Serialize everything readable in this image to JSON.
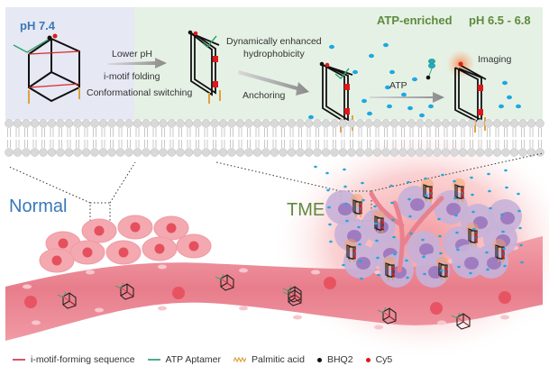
{
  "figure": {
    "top_panel": {
      "left_condition": "pH 7.4",
      "right_condition_1": "ATP-enriched",
      "right_condition_2": "pH 6.5 - 6.8",
      "step1_labels": [
        "Lower pH",
        "i-motif folding",
        "Conformational switching"
      ],
      "step2_labels": [
        "Dynamically enhanced",
        "hydrophobicity"
      ],
      "step3_label": "Anchoring",
      "step4_label": "ATP",
      "step5_label": "Imaging"
    },
    "bottom_panel": {
      "left_region": "Normal",
      "right_region": "TME"
    },
    "legend": [
      {
        "label": "i-motif-forming sequence",
        "marker": "line",
        "color": "#d9536a"
      },
      {
        "label": "ATP Aptamer",
        "marker": "line",
        "color": "#4fae86"
      },
      {
        "label": "Palmitic acid",
        "marker": "zigzag",
        "color": "#e0a040"
      },
      {
        "label": "BHQ2",
        "marker": "dot",
        "color": "#111111"
      },
      {
        "label": "Cy5",
        "marker": "dot",
        "color": "#e01818"
      }
    ],
    "colors": {
      "left_panel_bg": "#e6e8f4",
      "right_panel_bg": "#e6f1e6",
      "normal_label": "#3a78b8",
      "tme_label": "#5e8a3c",
      "vessel": "#e8808e",
      "normal_cell": "#f4a9b0",
      "tumor_cell": "#c7b1d8",
      "atp_dot": "#1ea8e0",
      "membrane_head": "#d9d9d9"
    }
  }
}
